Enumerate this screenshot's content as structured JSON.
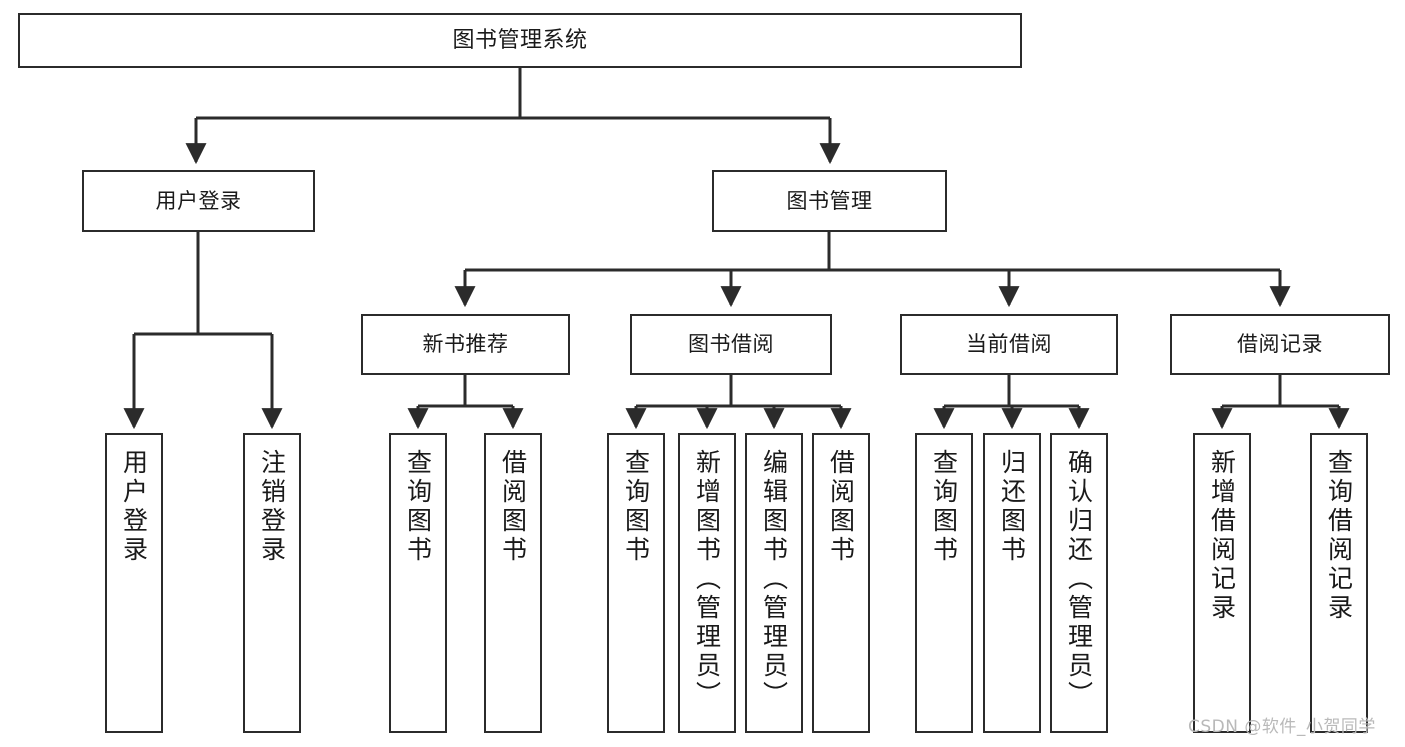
{
  "diagram": {
    "type": "tree",
    "title": "图书管理系统",
    "orientation": "top-down",
    "edge_color": "#2b2b2b",
    "node_border_color": "#2b2b2b",
    "node_fill_color": "#ffffff",
    "background_color": "#ffffff"
  },
  "nodes": {
    "root": {
      "label": "图书管理系统",
      "level": 0
    },
    "level1": [
      {
        "id": "user-login",
        "label": "用户登录"
      },
      {
        "id": "book-management",
        "label": "图书管理"
      }
    ],
    "level2": [
      {
        "id": "new-book-recommend",
        "label": "新书推荐",
        "parent": "book-management"
      },
      {
        "id": "book-borrow",
        "label": "图书借阅",
        "parent": "book-management"
      },
      {
        "id": "current-borrow",
        "label": "当前借阅",
        "parent": "book-management"
      },
      {
        "id": "borrow-record",
        "label": "借阅记录",
        "parent": "book-management"
      }
    ],
    "leaves": {
      "user-login": [
        {
          "id": "leaf-user-login",
          "label": "用户登录"
        },
        {
          "id": "leaf-user-logout",
          "label": "注销登录"
        }
      ],
      "new-book-recommend": [
        {
          "id": "leaf-query-book-1",
          "label": "查询图书"
        },
        {
          "id": "leaf-borrow-book-1",
          "label": "借阅图书"
        }
      ],
      "book-borrow": [
        {
          "id": "leaf-query-book-2",
          "label": "查询图书"
        },
        {
          "id": "leaf-add-book",
          "label": "新增图书（管理员）"
        },
        {
          "id": "leaf-edit-book",
          "label": "编辑图书（管理员）"
        },
        {
          "id": "leaf-borrow-book-2",
          "label": "借阅图书"
        }
      ],
      "current-borrow": [
        {
          "id": "leaf-query-book-3",
          "label": "查询图书"
        },
        {
          "id": "leaf-return-book",
          "label": "归还图书"
        },
        {
          "id": "leaf-confirm-return",
          "label": "确认归还（管理员）"
        }
      ],
      "borrow-record": [
        {
          "id": "leaf-add-record",
          "label": "新增借阅记录"
        },
        {
          "id": "leaf-query-record",
          "label": "查询借阅记录"
        }
      ]
    }
  },
  "watermark": {
    "text": "CSDN @软件_小贺同学"
  }
}
